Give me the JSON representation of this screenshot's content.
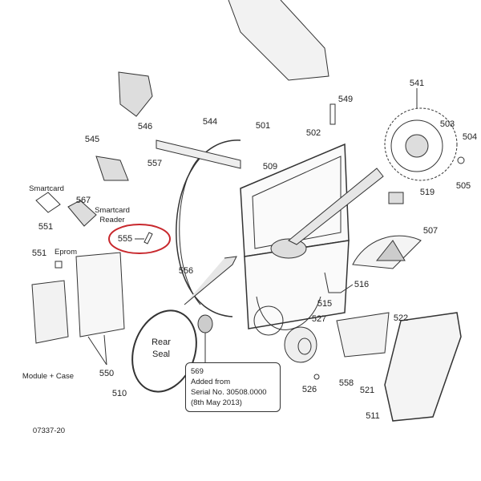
{
  "parts": {
    "p546": "546",
    "p544": "544",
    "p501": "501",
    "p549": "549",
    "p541": "541",
    "p545": "545",
    "p557": "557",
    "p509": "509",
    "p502": "502",
    "p503": "503",
    "p504": "504",
    "p505": "505",
    "p519": "519",
    "p567": "567",
    "p551a": "551",
    "p555": "555",
    "p507": "507",
    "p551b": "551",
    "p556": "556",
    "p516": "516",
    "p515": "515",
    "p527": "527",
    "p522": "522",
    "p550": "550",
    "p510": "510",
    "p526": "526",
    "p558": "558",
    "p521": "521",
    "p511": "511"
  },
  "captions": {
    "smartcard": "Smartcard",
    "smartcard_reader_1": "Smartcard",
    "smartcard_reader_2": "Reader",
    "eprom": "Eprom",
    "module_case": "Module + Case",
    "rear_seal_1": "Rear",
    "rear_seal_2": "Seal"
  },
  "note": {
    "part": "569",
    "line1": "Added from",
    "line2": "Serial No. 30508.0000",
    "line3": "(8th May 2013)"
  },
  "drawing_number": "07337-20",
  "colors": {
    "highlight": "#c8282d",
    "line": "#333333"
  }
}
